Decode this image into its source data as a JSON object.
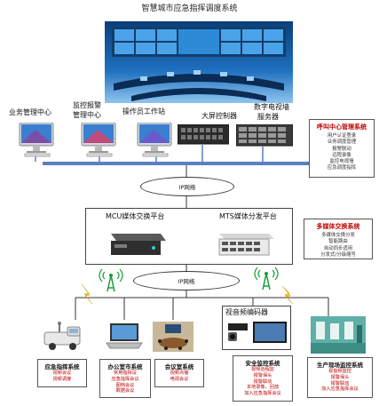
{
  "title": "智慧城市应急指挥调度系统",
  "top_devices": {
    "biz_center": "业务管理中心",
    "monitor_center_line1": "监控报警",
    "monitor_center_line2": "管理中心",
    "operator": "操作员工作站",
    "big_screen": "大屏控制器",
    "record_line1": "数字电视墙",
    "record_line2": "服务器"
  },
  "ip_network_1": "IP网络",
  "ip_network_2": "IP网络",
  "platform": {
    "mcu": "MCU媒体交换平台",
    "mts": "MTS媒体分发平台"
  },
  "call_center": {
    "title": "呼叫中心管理系统",
    "items": [
      "用户认证登录",
      "业务调度管理",
      "报警联动",
      "远程录像",
      "监控电视墙",
      "应急调度指挥"
    ]
  },
  "media_exchange": {
    "title": "多媒体交换系统",
    "items": [
      "多媒体交换分发",
      "智能路由",
      "自动同步适用",
      "分发式/分级缩号"
    ]
  },
  "video_encoder": "视音频编码器",
  "bottom": [
    {
      "title": "应急指挥系统",
      "items": [
        "视频会议",
        "视频调度"
      ]
    },
    {
      "title": "办公室市系统",
      "items": [
        "常用指挥设",
        "应急指挥会议",
        "图档会议",
        "数据会议"
      ]
    },
    {
      "title": "会议室系统",
      "items": [
        "视频点播",
        "电视会议"
      ]
    },
    {
      "title": "安全监控系统",
      "items": [
        "视频远程监",
        "报警保头",
        "报警联动",
        "本地录像、回放",
        "加入应急指挥会议"
      ]
    },
    {
      "title": "生产现场监控系统",
      "items": [
        "视音频监控",
        "报警保头",
        "报警联动",
        "加入应急指挥会议"
      ]
    }
  ],
  "colors": {
    "alert_red": "#c00000",
    "network_line": "#5b7fc2",
    "wireless_green": "#1a9e3a",
    "hero_blue": "#1e6fbf"
  }
}
